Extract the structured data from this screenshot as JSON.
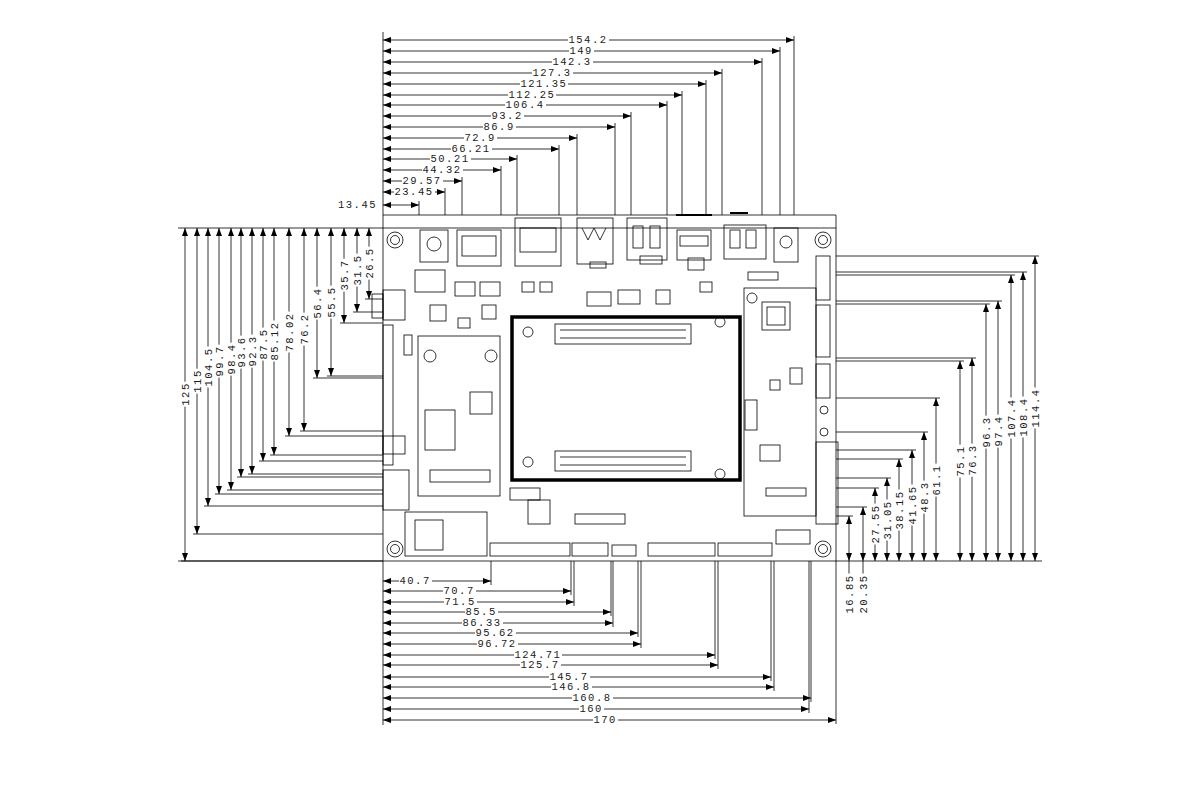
{
  "diagram": {
    "labels": [
      "154.2",
      "149",
      "142.3",
      "127.3",
      "121.35",
      "112.25",
      "106.4",
      "93.2",
      "86.9",
      "72.9",
      "66.21",
      "50.21",
      "44.32",
      "29.57",
      "23.45",
      "13.45",
      "125",
      "115",
      "104.5",
      "99.7",
      "98.4",
      "93.6",
      "92.3",
      "87.5",
      "85.12",
      "78.02",
      "76.2",
      "56.4",
      "55.5",
      "35.7",
      "31.5",
      "26.5",
      "16.85",
      "20.35",
      "27.55",
      "31.05",
      "38.15",
      "41.65",
      "48.3",
      "61.1",
      "75.1",
      "76.3",
      "96.3",
      "97.4",
      "107.4",
      "108.4",
      "114.4",
      "40.7",
      "70.7",
      "71.5",
      "85.5",
      "86.33",
      "95.62",
      "96.72",
      "124.71",
      "125.7",
      "145.7",
      "146.8",
      "160.8",
      "160",
      "170"
    ]
  }
}
